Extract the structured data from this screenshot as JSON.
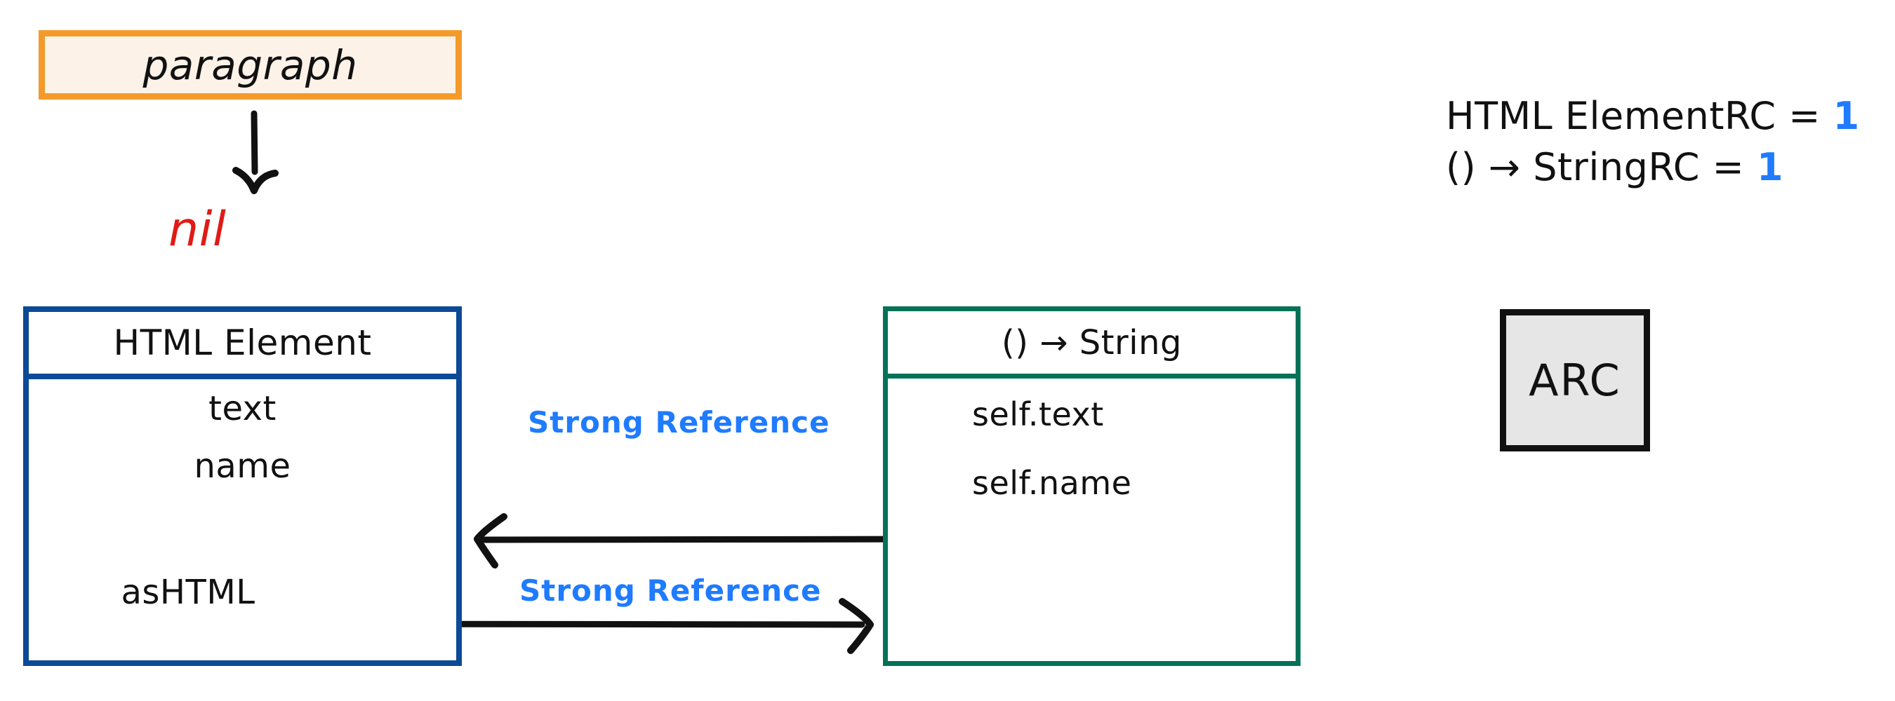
{
  "diagram": {
    "title_context": "Swift ARC strong reference cycle",
    "paragraph_box": {
      "label": "paragraph",
      "border_color": "#F49A2B",
      "fill_color": "#FDF2E8"
    },
    "nil_value": {
      "label": "nil",
      "color": "#E01B17"
    },
    "htmlelement_box": {
      "title": "HTML Element",
      "border_color": "#0B4A96",
      "fields": [
        {
          "label": "text"
        },
        {
          "label": "name"
        },
        {
          "label": "asHTML"
        }
      ]
    },
    "closure_box": {
      "title": "() → String",
      "border_color": "#047257",
      "captures": [
        {
          "label": "self.text"
        },
        {
          "label": "self.name"
        }
      ]
    },
    "edges": [
      {
        "id": "closure-to-element",
        "label": "Strong  Reference",
        "color": "#1F7BFF",
        "direction": "left"
      },
      {
        "id": "element-to-closure",
        "label": "Strong  Reference",
        "color": "#1F7BFF",
        "direction": "right"
      }
    ],
    "reference_counts": [
      {
        "subject": "HTML Element",
        "suffix": "RC  =  ",
        "value": "1",
        "value_color": "#1F7BFF"
      },
      {
        "subject": "() → String",
        "suffix": "RC  =  ",
        "value": "1",
        "value_color": "#1F7BFF"
      }
    ],
    "arc_box": {
      "label": "ARC",
      "border_color": "#111111",
      "fill_color": "#E6E6E6"
    }
  }
}
